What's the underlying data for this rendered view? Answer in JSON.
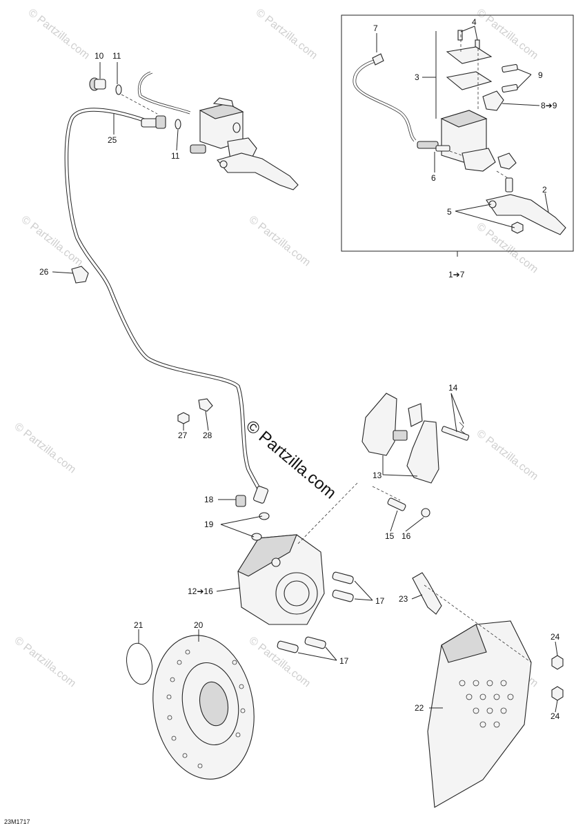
{
  "watermark": {
    "text": "© Partzilla.com",
    "center_text": "© Partzilla.com"
  },
  "drawing_code": "23M1717",
  "callouts": {
    "c1to7": "1➔7",
    "c2": "2",
    "c3": "3",
    "c4": "4",
    "c5": "5",
    "c6": "6",
    "c7": "7",
    "c8to9": "8➔9",
    "c9": "9",
    "c10": "10",
    "c11a": "11",
    "c11b": "11",
    "c12to16": "12➔16",
    "c13": "13",
    "c14": "14",
    "c15": "15",
    "c16": "16",
    "c17a": "17",
    "c17b": "17",
    "c18": "18",
    "c19": "19",
    "c20": "20",
    "c21": "21",
    "c22": "22",
    "c23": "23",
    "c24a": "24",
    "c24b": "24",
    "c25": "25",
    "c26": "26",
    "c27": "27",
    "c28": "28"
  },
  "colors": {
    "line": "#222222",
    "watermark": "#cfcfcf",
    "background": "#ffffff"
  }
}
